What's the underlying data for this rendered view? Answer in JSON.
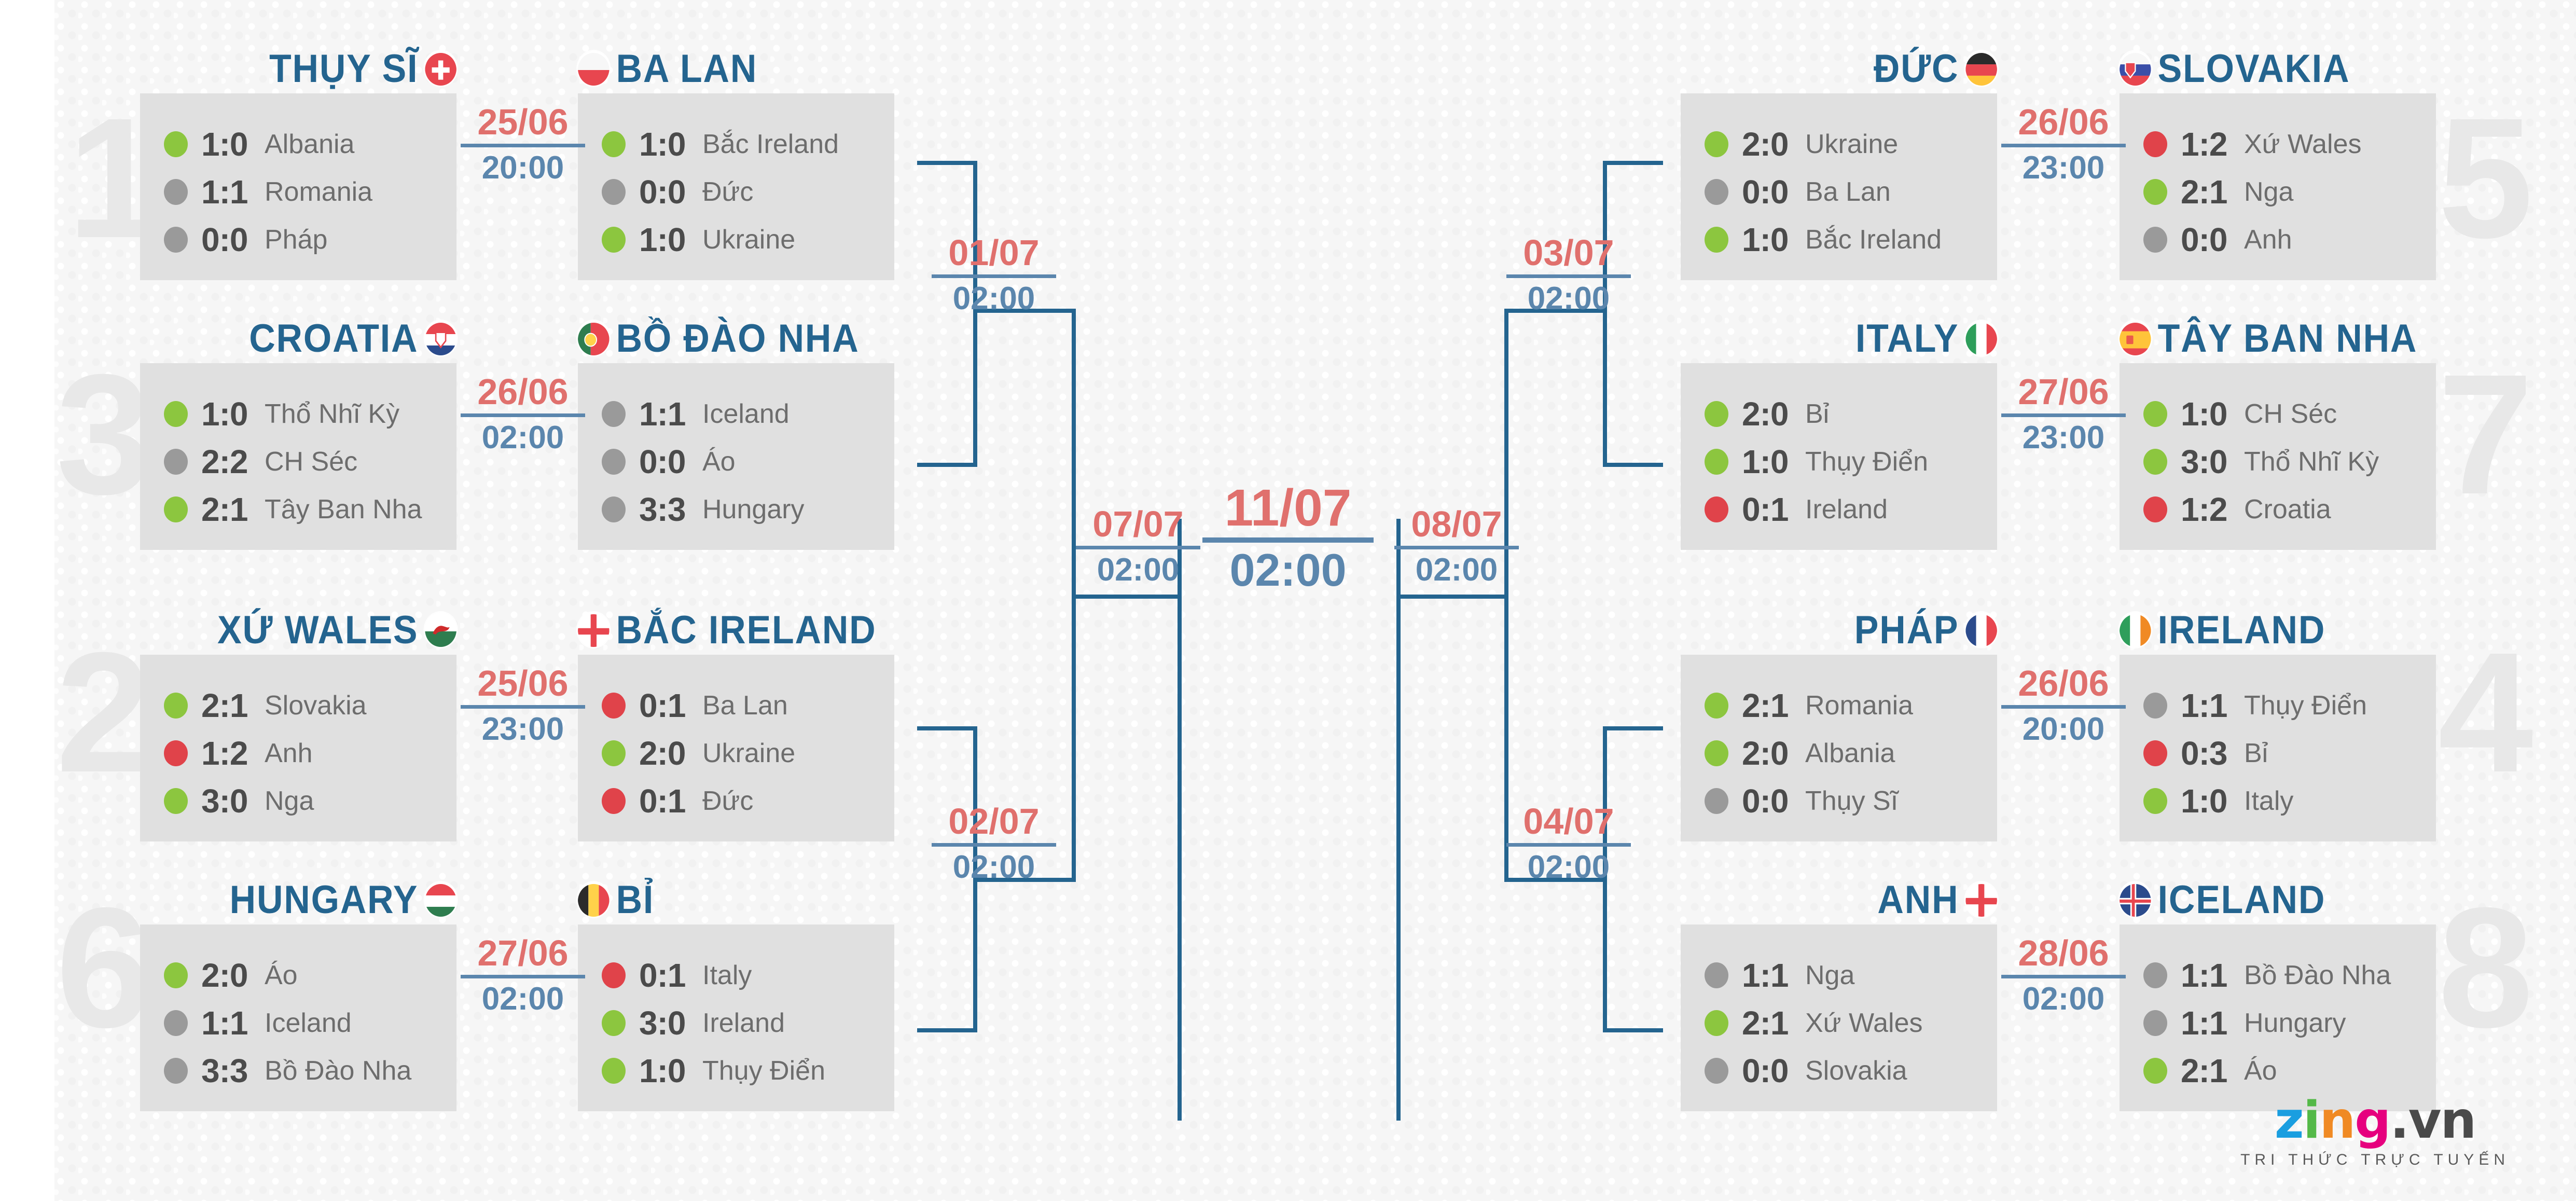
{
  "meta": {
    "title": "EURO 2016 Knockout Bracket",
    "background_color": "#f6f6f6",
    "card_color": "#e0e0e0",
    "title_color": "#24648f",
    "date_color": "#e0706d",
    "time_color": "#5b86ad",
    "win_color": "#8cc63f",
    "draw_color": "#9a9a9a",
    "loss_color": "#e0434a"
  },
  "watermarks": [
    {
      "label": "1"
    },
    {
      "label": "3"
    },
    {
      "label": "2"
    },
    {
      "label": "6"
    },
    {
      "label": "5"
    },
    {
      "label": "7"
    },
    {
      "label": "4"
    },
    {
      "label": "8"
    }
  ],
  "teams": {
    "swiss": {
      "name": "THỤY SĨ",
      "flag": "switzerland",
      "rows": [
        {
          "result": "win",
          "score": "1:0",
          "opponent": "Albania"
        },
        {
          "result": "draw",
          "score": "1:1",
          "opponent": "Romania"
        },
        {
          "result": "draw",
          "score": "0:0",
          "opponent": "Pháp"
        }
      ]
    },
    "poland": {
      "name": "BA LAN",
      "flag": "poland",
      "rows": [
        {
          "result": "win",
          "score": "1:0",
          "opponent": "Bắc Ireland"
        },
        {
          "result": "draw",
          "score": "0:0",
          "opponent": "Đức"
        },
        {
          "result": "win",
          "score": "1:0",
          "opponent": "Ukraine"
        }
      ]
    },
    "croatia": {
      "name": "CROATIA",
      "flag": "croatia",
      "rows": [
        {
          "result": "win",
          "score": "1:0",
          "opponent": "Thổ Nhĩ Kỳ"
        },
        {
          "result": "draw",
          "score": "2:2",
          "opponent": "CH Séc"
        },
        {
          "result": "win",
          "score": "2:1",
          "opponent": "Tây Ban Nha"
        }
      ]
    },
    "portugal": {
      "name": "BỒ ĐÀO NHA",
      "flag": "portugal",
      "rows": [
        {
          "result": "draw",
          "score": "1:1",
          "opponent": "Iceland"
        },
        {
          "result": "draw",
          "score": "0:0",
          "opponent": "Áo"
        },
        {
          "result": "draw",
          "score": "3:3",
          "opponent": "Hungary"
        }
      ]
    },
    "wales": {
      "name": "XỨ WALES",
      "flag": "wales",
      "rows": [
        {
          "result": "win",
          "score": "2:1",
          "opponent": "Slovakia"
        },
        {
          "result": "loss",
          "score": "1:2",
          "opponent": "Anh"
        },
        {
          "result": "win",
          "score": "3:0",
          "opponent": "Nga"
        }
      ]
    },
    "nireland": {
      "name": "BẮC IRELAND",
      "flag": "northern-ireland",
      "rows": [
        {
          "result": "loss",
          "score": "0:1",
          "opponent": "Ba Lan"
        },
        {
          "result": "win",
          "score": "2:0",
          "opponent": "Ukraine"
        },
        {
          "result": "loss",
          "score": "0:1",
          "opponent": "Đức"
        }
      ]
    },
    "hungary": {
      "name": "HUNGARY",
      "flag": "hungary",
      "rows": [
        {
          "result": "win",
          "score": "2:0",
          "opponent": "Áo"
        },
        {
          "result": "draw",
          "score": "1:1",
          "opponent": "Iceland"
        },
        {
          "result": "draw",
          "score": "3:3",
          "opponent": "Bồ Đào Nha"
        }
      ]
    },
    "belgium": {
      "name": "BỈ",
      "flag": "belgium",
      "rows": [
        {
          "result": "loss",
          "score": "0:1",
          "opponent": "Italy"
        },
        {
          "result": "win",
          "score": "3:0",
          "opponent": "Ireland"
        },
        {
          "result": "win",
          "score": "1:0",
          "opponent": "Thụy Điển"
        }
      ]
    },
    "germany": {
      "name": "ĐỨC",
      "flag": "germany",
      "rows": [
        {
          "result": "win",
          "score": "2:0",
          "opponent": "Ukraine"
        },
        {
          "result": "draw",
          "score": "0:0",
          "opponent": "Ba Lan"
        },
        {
          "result": "win",
          "score": "1:0",
          "opponent": "Bắc Ireland"
        }
      ]
    },
    "slovakia": {
      "name": "SLOVAKIA",
      "flag": "slovakia",
      "rows": [
        {
          "result": "loss",
          "score": "1:2",
          "opponent": "Xứ Wales"
        },
        {
          "result": "win",
          "score": "2:1",
          "opponent": "Nga"
        },
        {
          "result": "draw",
          "score": "0:0",
          "opponent": "Anh"
        }
      ]
    },
    "italy": {
      "name": "ITALY",
      "flag": "italy",
      "rows": [
        {
          "result": "win",
          "score": "2:0",
          "opponent": "Bỉ"
        },
        {
          "result": "win",
          "score": "1:0",
          "opponent": "Thụy Điển"
        },
        {
          "result": "loss",
          "score": "0:1",
          "opponent": "Ireland"
        }
      ]
    },
    "spain": {
      "name": "TÂY BAN NHA",
      "flag": "spain",
      "rows": [
        {
          "result": "win",
          "score": "1:0",
          "opponent": "CH Séc"
        },
        {
          "result": "win",
          "score": "3:0",
          "opponent": "Thổ Nhĩ Kỳ"
        },
        {
          "result": "loss",
          "score": "1:2",
          "opponent": "Croatia"
        }
      ]
    },
    "france": {
      "name": "PHÁP",
      "flag": "france",
      "rows": [
        {
          "result": "win",
          "score": "2:1",
          "opponent": "Romania"
        },
        {
          "result": "win",
          "score": "2:0",
          "opponent": "Albania"
        },
        {
          "result": "draw",
          "score": "0:0",
          "opponent": "Thụy Sĩ"
        }
      ]
    },
    "ireland": {
      "name": "IRELAND",
      "flag": "ireland",
      "rows": [
        {
          "result": "draw",
          "score": "1:1",
          "opponent": "Thụy Điển"
        },
        {
          "result": "loss",
          "score": "0:3",
          "opponent": "Bỉ"
        },
        {
          "result": "win",
          "score": "1:0",
          "opponent": "Italy"
        }
      ]
    },
    "england": {
      "name": "ANH",
      "flag": "england",
      "rows": [
        {
          "result": "draw",
          "score": "1:1",
          "opponent": "Nga"
        },
        {
          "result": "win",
          "score": "2:1",
          "opponent": "Xứ Wales"
        },
        {
          "result": "draw",
          "score": "0:0",
          "opponent": "Slovakia"
        }
      ]
    },
    "iceland": {
      "name": "ICELAND",
      "flag": "iceland",
      "rows": [
        {
          "result": "draw",
          "score": "1:1",
          "opponent": "Bồ Đào Nha"
        },
        {
          "result": "draw",
          "score": "1:1",
          "opponent": "Hungary"
        },
        {
          "result": "win",
          "score": "2:1",
          "opponent": "Áo"
        }
      ]
    }
  },
  "matches": {
    "r16_1": {
      "date": "25/06",
      "time": "20:00"
    },
    "r16_3": {
      "date": "26/06",
      "time": "02:00"
    },
    "r16_2": {
      "date": "25/06",
      "time": "23:00"
    },
    "r16_6": {
      "date": "27/06",
      "time": "02:00"
    },
    "r16_5": {
      "date": "26/06",
      "time": "23:00"
    },
    "r16_7": {
      "date": "27/06",
      "time": "23:00"
    },
    "r16_4": {
      "date": "26/06",
      "time": "20:00"
    },
    "r16_8": {
      "date": "28/06",
      "time": "02:00"
    },
    "qf_left_top": {
      "date": "01/07",
      "time": "02:00"
    },
    "qf_left_bottom": {
      "date": "02/07",
      "time": "02:00"
    },
    "qf_right_top": {
      "date": "03/07",
      "time": "02:00"
    },
    "qf_right_bottom": {
      "date": "04/07",
      "time": "02:00"
    },
    "sf_left": {
      "date": "07/07",
      "time": "02:00"
    },
    "sf_right": {
      "date": "08/07",
      "time": "02:00"
    },
    "final": {
      "date": "11/07",
      "time": "02:00"
    }
  },
  "logo": {
    "z": "z",
    "i": "i",
    "n": "n",
    "g": "g",
    "dot": ".",
    "vn": "vn",
    "tagline": "TRI THỨC TRỰC TUYẾN"
  }
}
